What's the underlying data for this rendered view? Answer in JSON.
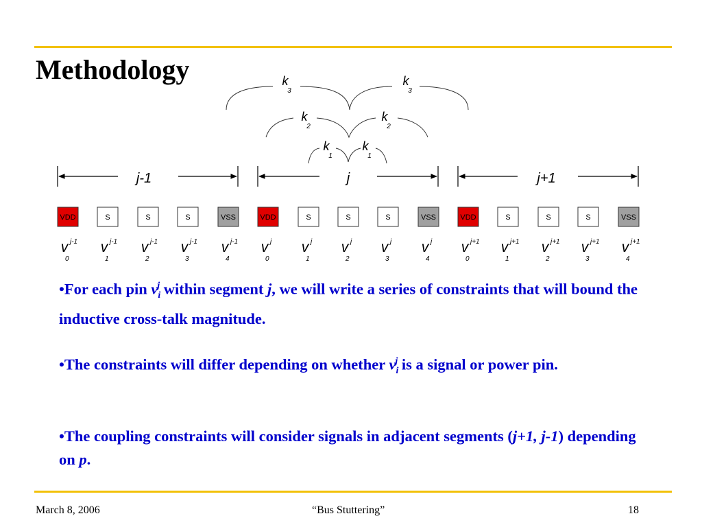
{
  "title": "Methodology",
  "diagram": {
    "couplings": [
      {
        "name": "k",
        "sub": "3"
      },
      {
        "name": "k",
        "sub": "3"
      },
      {
        "name": "k",
        "sub": "2"
      },
      {
        "name": "k",
        "sub": "2"
      },
      {
        "name": "k",
        "sub": "1"
      },
      {
        "name": "k",
        "sub": "1"
      }
    ],
    "segments": [
      "j-1",
      "j",
      "j+1"
    ],
    "pins": [
      {
        "label": "VDD",
        "kind": "power",
        "color": "#e00000"
      },
      {
        "label": "S",
        "kind": "signal",
        "color": "#ffffff"
      },
      {
        "label": "S",
        "kind": "signal",
        "color": "#ffffff"
      },
      {
        "label": "S",
        "kind": "signal",
        "color": "#ffffff"
      },
      {
        "label": "VSS",
        "kind": "ground",
        "color": "#a0a0a0"
      },
      {
        "label": "VDD",
        "kind": "power",
        "color": "#e00000"
      },
      {
        "label": "S",
        "kind": "signal",
        "color": "#ffffff"
      },
      {
        "label": "S",
        "kind": "signal",
        "color": "#ffffff"
      },
      {
        "label": "S",
        "kind": "signal",
        "color": "#ffffff"
      },
      {
        "label": "VSS",
        "kind": "ground",
        "color": "#a0a0a0"
      },
      {
        "label": "VDD",
        "kind": "power",
        "color": "#e00000"
      },
      {
        "label": "S",
        "kind": "signal",
        "color": "#ffffff"
      },
      {
        "label": "S",
        "kind": "signal",
        "color": "#ffffff"
      },
      {
        "label": "S",
        "kind": "signal",
        "color": "#ffffff"
      },
      {
        "label": "VSS",
        "kind": "ground",
        "color": "#a0a0a0"
      }
    ],
    "variables": [
      {
        "name": "v",
        "sup": "j-1",
        "sub": "0"
      },
      {
        "name": "v",
        "sup": "j-1",
        "sub": "1"
      },
      {
        "name": "v",
        "sup": "j-1",
        "sub": "2"
      },
      {
        "name": "v",
        "sup": "j-1",
        "sub": "3"
      },
      {
        "name": "v",
        "sup": "j-1",
        "sub": "4"
      },
      {
        "name": "v",
        "sup": "j",
        "sub": "0"
      },
      {
        "name": "v",
        "sup": "j",
        "sub": "1"
      },
      {
        "name": "v",
        "sup": "j",
        "sub": "2"
      },
      {
        "name": "v",
        "sup": "j",
        "sub": "3"
      },
      {
        "name": "v",
        "sup": "j",
        "sub": "4"
      },
      {
        "name": "v",
        "sup": "j+1",
        "sub": "0"
      },
      {
        "name": "v",
        "sup": "j+1",
        "sub": "1"
      },
      {
        "name": "v",
        "sup": "j+1",
        "sub": "2"
      },
      {
        "name": "v",
        "sup": "j+1",
        "sub": "3"
      },
      {
        "name": "v",
        "sup": "j+1",
        "sub": "4"
      }
    ]
  },
  "bullets": {
    "b1": {
      "marker": "•",
      "t1": "For each pin ",
      "var_name": "v",
      "var_sub": "i",
      "var_sup": "j",
      "t2": " within segment ",
      "seg": "j",
      "t3": ", we will write a series of constraints that will bound the inductive cross-talk magnitude."
    },
    "b2": {
      "marker": "•",
      "t1": "The constraints will differ depending on whether ",
      "var_name": "v",
      "var_sub": "i",
      "var_sup": "j",
      "t2": " is a signal or power pin."
    },
    "b3": {
      "marker": "•",
      "t1": "The coupling constraints will consider signals in adjacent segments (",
      "segs": "j+1, j-1",
      "t2": ") depending on ",
      "p": "p",
      "t3": "."
    }
  },
  "footer": {
    "date": "March 8, 2006",
    "title": "“Bus Stuttering”",
    "page": "18"
  },
  "colors": {
    "rule": "#f2c10a",
    "bullet_text": "#0000cc",
    "vdd": "#e00000",
    "vss": "#a0a0a0"
  }
}
